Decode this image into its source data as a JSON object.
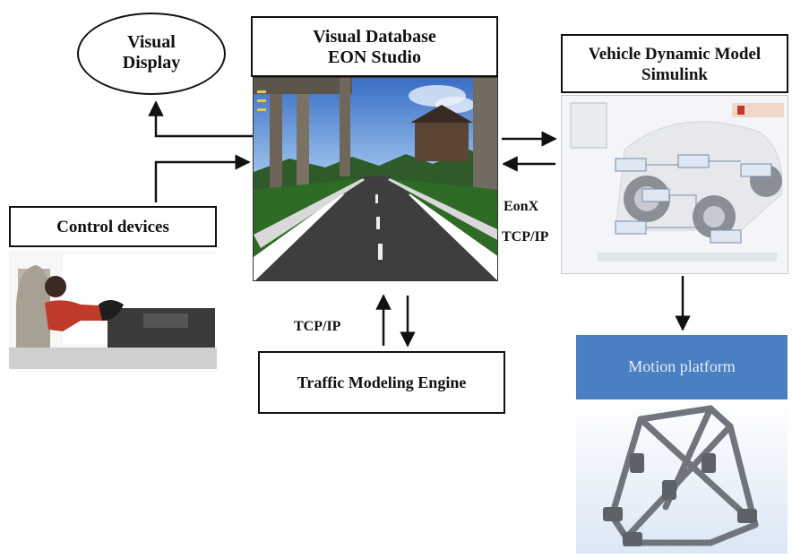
{
  "visual_display": {
    "label_line1": "Visual",
    "label_line2": "Display"
  },
  "visual_database": {
    "title_line1": "Visual Database",
    "title_line2": "EON Studio"
  },
  "vehicle_model": {
    "title_line1": "Vehicle Dynamic Model",
    "title_line2": "Simulink"
  },
  "control_devices": {
    "title": "Control devices"
  },
  "traffic_engine": {
    "title": "Traffic Modeling Engine"
  },
  "motion_platform": {
    "title": "Motion platform"
  },
  "links": {
    "eonx": "EonX",
    "tcpip_right": "TCP/IP",
    "tcpip_bottom": "TCP/IP"
  },
  "colors": {
    "platform_header": "#4a7fc1",
    "platform_header_text": "#e8eef7",
    "arrow": "#111111"
  }
}
